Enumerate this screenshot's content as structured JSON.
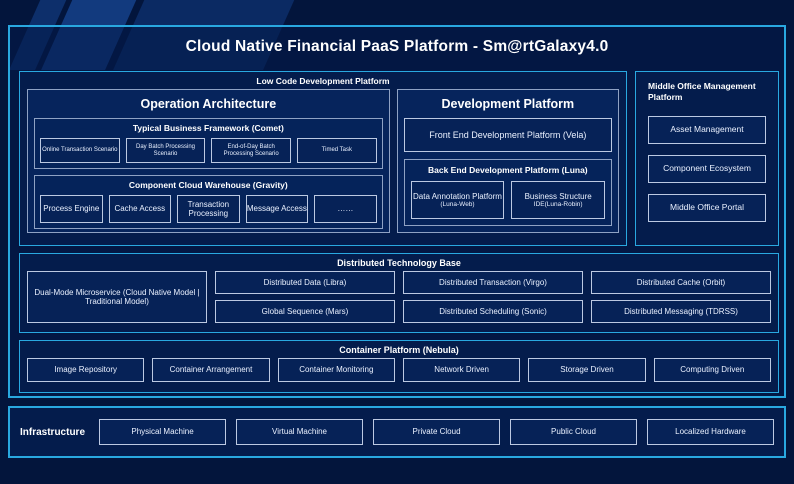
{
  "title": "Cloud Native Financial PaaS Platform - Sm@rtGalaxy4.0",
  "colors": {
    "background": "#03153c",
    "frame_border": "#29a8e0",
    "panel_fill": "#041c4c",
    "node_border": "#bcc9e2",
    "text": "#ffffff"
  },
  "low_code": {
    "title": "Low Code Development Platform",
    "operation_architecture": {
      "title": "Operation Architecture",
      "groups": [
        {
          "title": "Typical Business Framework (Comet)",
          "nodes": [
            "Online Transaction Scenario",
            "Day Batch Processing Scenario",
            "End-of-Day Batch Processing Scenario",
            "Timed Task"
          ]
        },
        {
          "title": "Component Cloud Warehouse (Gravity)",
          "nodes": [
            "Process Engine",
            "Cache Access",
            "Transaction Processing",
            "Message Access",
            "……"
          ]
        }
      ]
    },
    "development_platform": {
      "title": "Development Platform",
      "front_end": "Front End Development Platform (Vela)",
      "back_end": {
        "title": "Back End Development Platform (Luna)",
        "nodes": [
          {
            "main": "Data Annotation Platform",
            "sub": "(Luna-Web)"
          },
          {
            "main": "Business Structure",
            "sub": "IDE(Luna-Robin)"
          }
        ]
      }
    }
  },
  "middle_office": {
    "title": "Middle Office Management Platform",
    "items": [
      "Asset Management",
      "Component Ecosystem",
      "Middle Office Portal"
    ]
  },
  "distributed_base": {
    "title": "Distributed Technology Base",
    "primary": "Dual-Mode Microservice (Cloud Native Model | Traditional Model)",
    "columns": [
      [
        "Distributed Data (Libra)",
        "Global Sequence (Mars)"
      ],
      [
        "Distributed Transaction (Virgo)",
        "Distributed Scheduling (Sonic)"
      ],
      [
        "Distributed Cache (Orbit)",
        "Distributed Messaging (TDRSS)"
      ]
    ]
  },
  "container_platform": {
    "title": "Container Platform (Nebula)",
    "items": [
      "Image Repository",
      "Container Arrangement",
      "Container Monitoring",
      "Network Driven",
      "Storage Driven",
      "Computing Driven"
    ]
  },
  "infrastructure": {
    "label": "Infrastructure",
    "items": [
      "Physical Machine",
      "Virtual Machine",
      "Private Cloud",
      "Public Cloud",
      "Localized Hardware"
    ]
  }
}
